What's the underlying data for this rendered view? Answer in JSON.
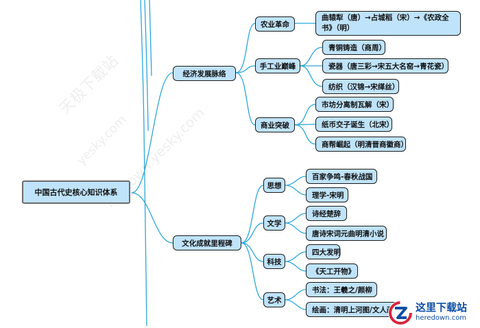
{
  "root": "中国古代史核心知识体系",
  "branches": [
    {
      "label": "经济发展脉络",
      "children": [
        {
          "label": "农业革命",
          "items": [
            "曲辕犁（唐）→占城稻（宋）→《农政全书》（明）"
          ]
        },
        {
          "label": "手工业巅峰",
          "items": [
            "青铜铸造（商周）",
            "瓷器（唐三彩→宋五大名窑→青花瓷）",
            "纺织（汉锦→宋缂丝）"
          ]
        },
        {
          "label": "商业突破",
          "items": [
            "市坊分离制瓦解（宋）",
            "纸币交子诞生（北宋）",
            "商帮崛起（明清晋商徽商）"
          ]
        }
      ]
    },
    {
      "label": "文化成就里程碑",
      "children": [
        {
          "label": "思想",
          "items": [
            "百家争鸣-春秋战国",
            "理学-宋明"
          ]
        },
        {
          "label": "文学",
          "items": [
            "诗经楚辞",
            "唐诗宋词元曲明清小说"
          ]
        },
        {
          "label": "科技",
          "items": [
            "四大发明",
            "《天工开物》"
          ]
        },
        {
          "label": "艺术",
          "items": [
            "书法：王羲之/颜柳",
            "绘画：清明上河图/文人画"
          ]
        }
      ]
    }
  ],
  "watermark": [
    "天极下载站",
    "yesky.com",
    "mydown.yesky.com"
  ],
  "logo": {
    "cn": "这里下载站",
    "en": "heredown.com"
  },
  "colors": {
    "node_fill": "#bfe3fa",
    "node_border": "#1a1a1a",
    "link": "#2aa7d8"
  }
}
